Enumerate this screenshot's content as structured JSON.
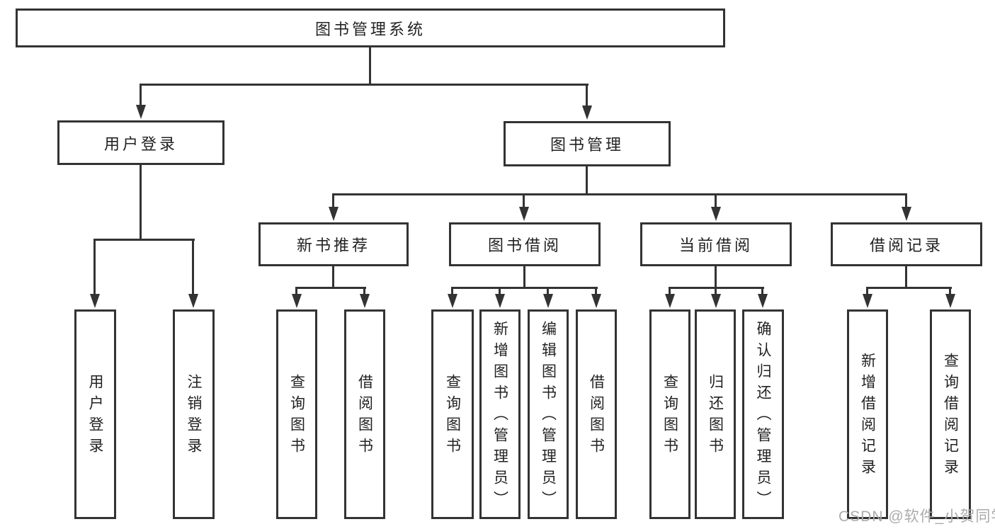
{
  "tree": {
    "root": {
      "label": "图书管理系统"
    },
    "branches": [
      {
        "label": "用户登录",
        "children": [
          {
            "label": "用户登录"
          },
          {
            "label": "注销登录"
          }
        ]
      },
      {
        "label": "图书管理",
        "children": [
          {
            "label": "新书推荐",
            "children": [
              {
                "label": "查询图书"
              },
              {
                "label": "借阅图书"
              }
            ]
          },
          {
            "label": "图书借阅",
            "children": [
              {
                "label": "查询图书"
              },
              {
                "label": "新增图书（管理员）"
              },
              {
                "label": "编辑图书（管理员）"
              },
              {
                "label": "借阅图书"
              }
            ]
          },
          {
            "label": "当前借阅",
            "children": [
              {
                "label": "查询图书"
              },
              {
                "label": "归还图书"
              },
              {
                "label": "确认归还（管理员）"
              }
            ]
          },
          {
            "label": "借阅记录",
            "children": [
              {
                "label": "新增借阅记录"
              },
              {
                "label": "查询借阅记录"
              }
            ]
          }
        ]
      }
    ]
  },
  "watermark": {
    "text": "CSDN @软件_小贺同学"
  },
  "colors": {
    "line": "#333333",
    "box_background": "#ffffff",
    "text": "#222222",
    "watermark": "#ababab"
  }
}
